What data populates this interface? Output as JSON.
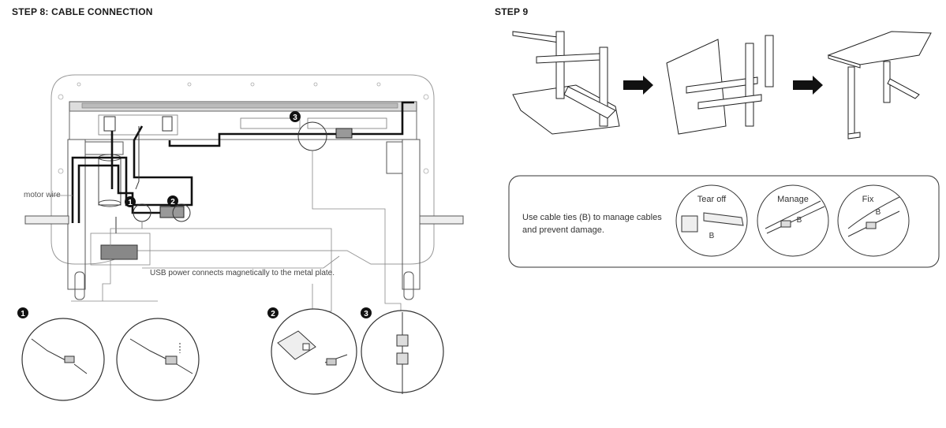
{
  "step8": {
    "title": "STEP 8: CABLE CONNECTION",
    "motor_wire_label": "motor wire",
    "usb_note": "USB power connects magnetically to the metal plate.",
    "callouts": [
      "1",
      "2",
      "3"
    ]
  },
  "step9": {
    "title": "STEP 9",
    "tip_text_line1": "Use cable ties (B) to manage cables",
    "tip_text_line2": "and prevent damage.",
    "circles": [
      {
        "label": "Tear off",
        "part": "B"
      },
      {
        "label": "Manage",
        "part": "B"
      },
      {
        "label": "Fix",
        "part": "B"
      }
    ]
  },
  "colors": {
    "line": "#333333",
    "cable": "#111111",
    "light": "#aaaaaa"
  }
}
